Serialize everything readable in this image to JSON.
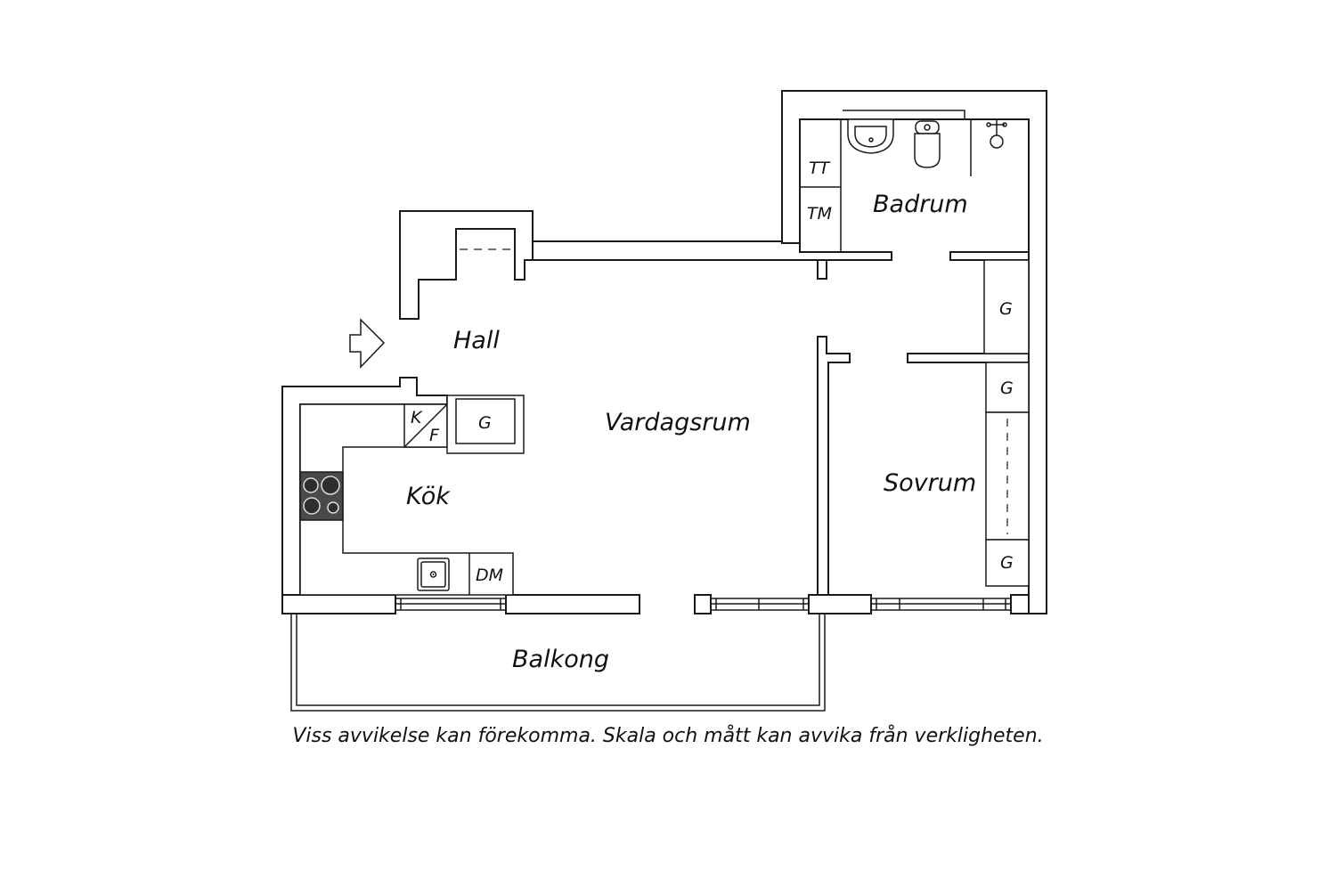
{
  "rooms": {
    "badrum": "Badrum",
    "hall": "Hall",
    "vardagsrum": "Vardagsrum",
    "kok": "Kök",
    "sovrum": "Sovrum",
    "balkong": "Balkong"
  },
  "fixtures": {
    "tt": "TT",
    "tm": "TM",
    "k": "K",
    "f": "F",
    "dm": "DM",
    "g_kitchen": "G",
    "g_hall_closet": "G",
    "g_bed_top": "G",
    "g_bed_bottom": "G"
  },
  "icons": {
    "entrance": "entrance-arrow-icon",
    "stove": "stove-icon",
    "kitchen_sink": "kitchen-sink-icon",
    "washbasin": "washbasin-icon",
    "toilet": "toilet-icon",
    "shower": "shower-icon"
  },
  "disclaimer": "Viss avvikelse kan förekomma. Skala och mått kan avvika från verkligheten."
}
